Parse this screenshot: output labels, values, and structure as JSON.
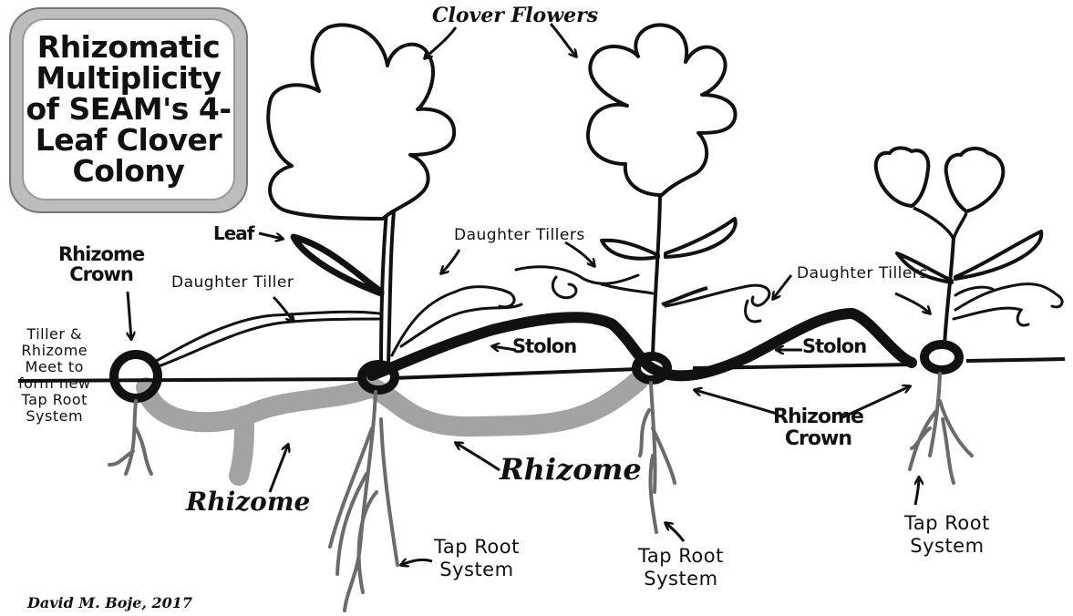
{
  "title": "Rhizomatic\nMultiplicity\nof SEAM's 4-\nLeaf Clover\nColony",
  "labels": {
    "clover_flowers": "Clover Flowers",
    "leaf": "Leaf",
    "rhizome_crown_left": "Rhizome\nCrown",
    "daughter_tiller": "Daughter Tiller",
    "daughter_tillers_center": "Daughter Tillers",
    "daughter_tillers_right": "Daughter Tillers",
    "tiller_rhizome_meet": "Tiller &\nRhizome\nMeet to\nform new\nTap Root\nSystem",
    "stolon_left": "Stolon",
    "stolon_right": "Stolon",
    "rhizome_crown_right": "Rhizome\nCrown",
    "rhizome_left": "Rhizome",
    "rhizome_center": "Rhizome",
    "tap_root_1": "Tap Root\nSystem",
    "tap_root_2": "Tap Root\nSystem",
    "tap_root_3": "Tap Root\nSystem",
    "signature": "David M. Boje, 2017"
  }
}
